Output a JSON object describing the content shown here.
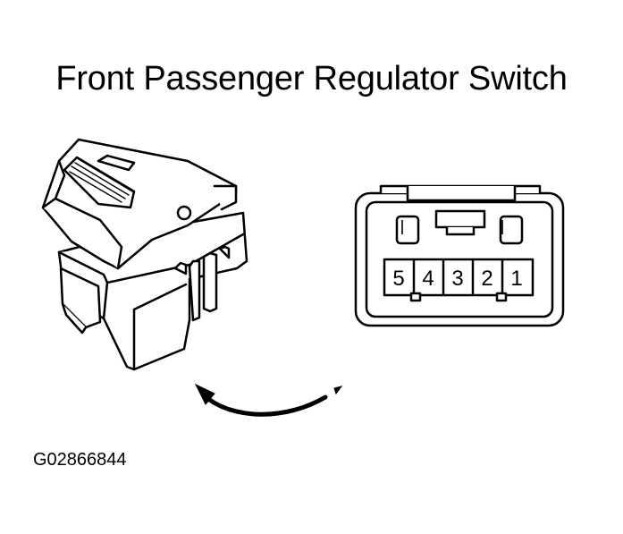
{
  "title": "Front Passenger Regulator Switch",
  "figure_id": "G02866844",
  "connector": {
    "pins": [
      "5",
      "4",
      "3",
      "2",
      "1"
    ]
  },
  "colors": {
    "line": "#000000",
    "background": "#ffffff"
  }
}
